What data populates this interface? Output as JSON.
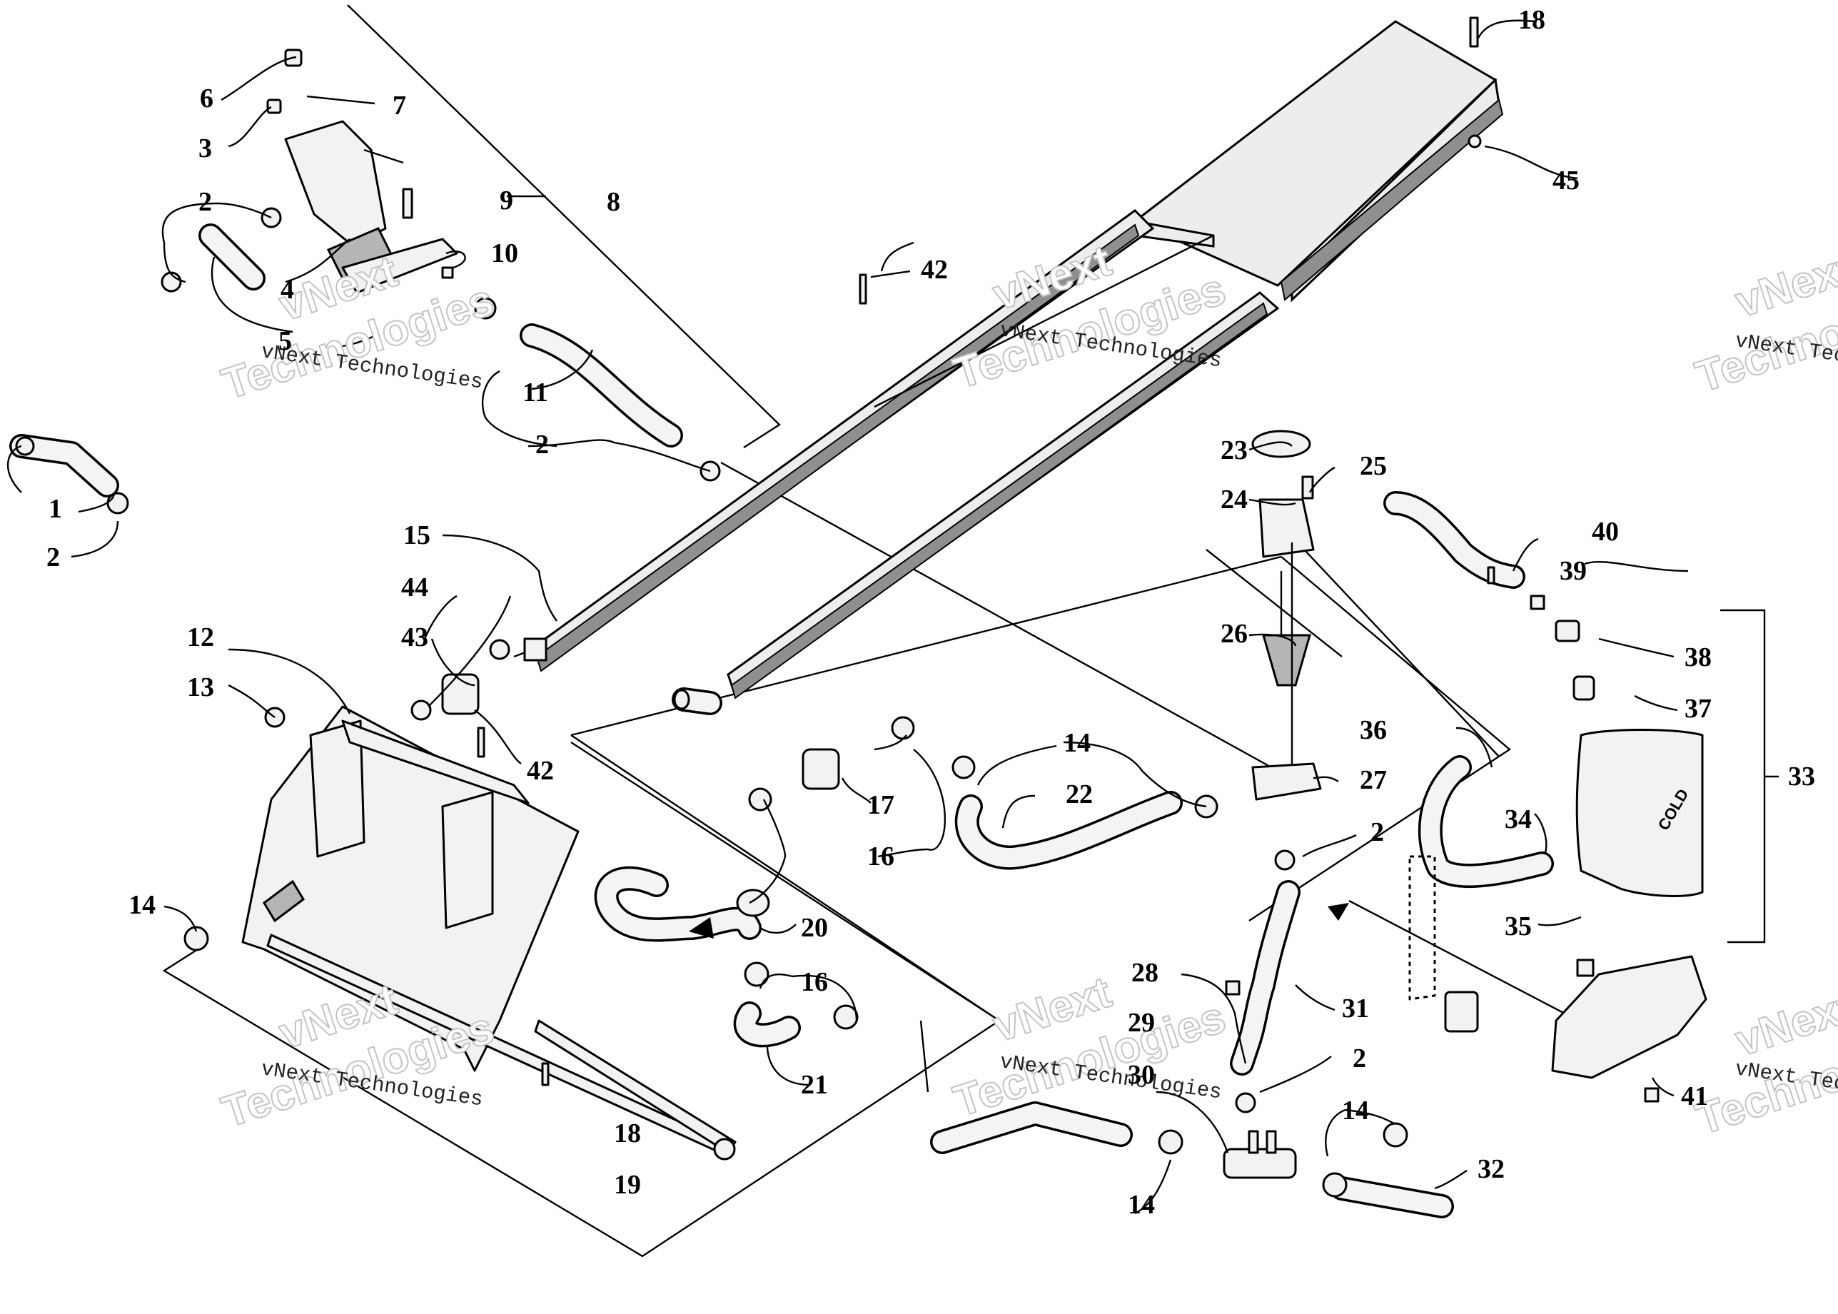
{
  "diagram": {
    "callouts": [
      "1",
      "2",
      "3",
      "4",
      "5",
      "6",
      "7",
      "8",
      "9",
      "10",
      "11",
      "12",
      "13",
      "14",
      "15",
      "16",
      "17",
      "18",
      "19",
      "20",
      "21",
      "22",
      "23",
      "24",
      "25",
      "26",
      "27",
      "28",
      "29",
      "30",
      "31",
      "32",
      "33",
      "34",
      "35",
      "36",
      "37",
      "38",
      "39",
      "40",
      "41",
      "42",
      "43",
      "44",
      "45"
    ],
    "tank_embossed_text": "COLD"
  },
  "watermark": {
    "small_text": "vNext Technologies",
    "big_line_1": "vNext",
    "big_line_2": "Technologies"
  }
}
